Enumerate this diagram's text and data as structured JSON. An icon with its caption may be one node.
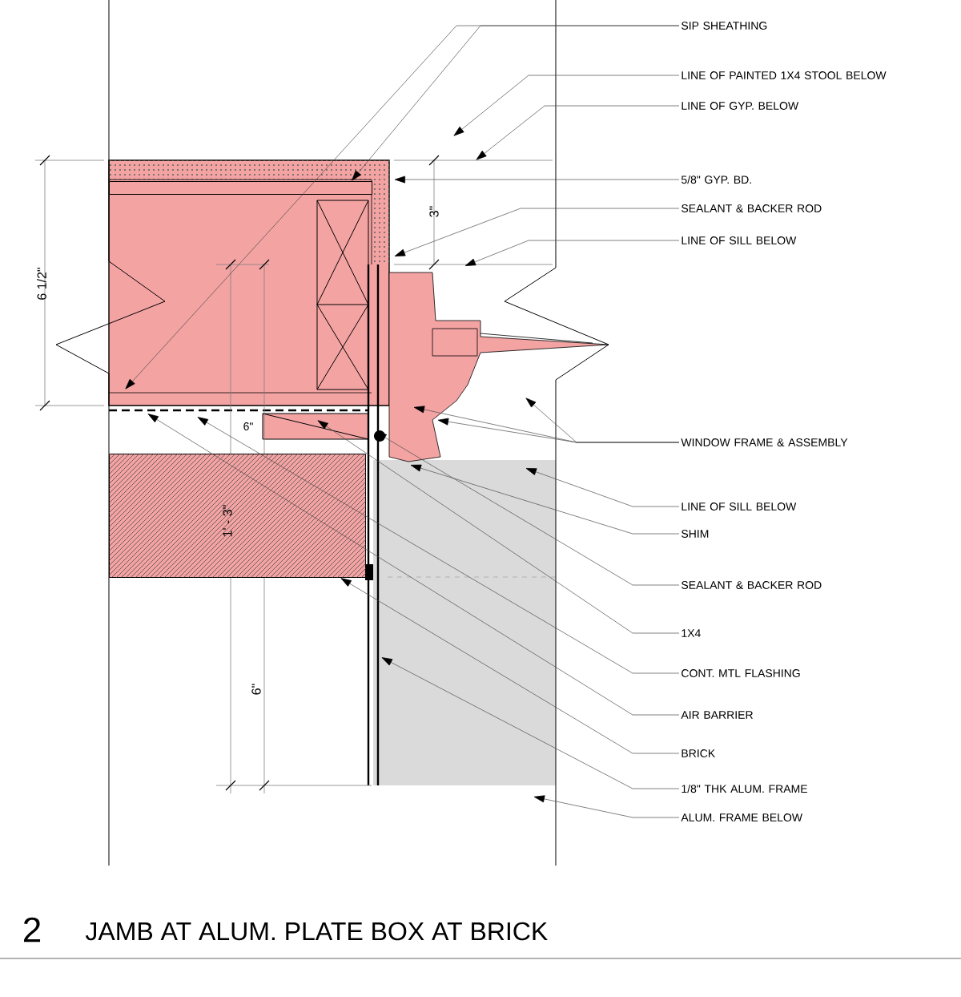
{
  "diagram": {
    "title": "JAMB AT ALUM. PLATE BOX AT BRICK",
    "nodes": [
      {
        "text": [
          "SIP SHEATHING"
        ]
      },
      {
        "text": [
          "LINE OF PAINTED 1X4 STOOL BELOW"
        ]
      },
      {
        "text": [
          "LINE OF GYP. BELOW"
        ]
      },
      {
        "text": [
          "5/8\" GYP. BD."
        ]
      },
      {
        "text": [
          "SEALANT & BACKER ROD"
        ]
      },
      {
        "text": [
          "LINE OF SILL BELOW"
        ]
      },
      {
        "text": [
          "WINDOW FRAME & ASSEMBLY"
        ]
      },
      {
        "text": [
          "LINE OF SILL BELOW"
        ]
      },
      {
        "text": [
          "SHIM"
        ]
      },
      {
        "text": [
          "SEALANT & BACKER ROD"
        ]
      },
      {
        "text": [
          "1X4"
        ]
      },
      {
        "text": [
          "CONT. MTL FLASHING"
        ]
      },
      {
        "text": [
          "AIR BARRIER"
        ]
      },
      {
        "text": [
          "BRICK"
        ]
      },
      {
        "text": [
          "1/8\" THK ALUM. FRAME"
        ]
      },
      {
        "text": [
          "ALUM. FRAME BELOW"
        ]
      },
      {
        "text": [],
        "shape": "box"
      },
      {
        "text": [],
        "shape": "circle"
      },
      {
        "text": [],
        "shape": "box"
      }
    ],
    "edges": [
      {
        "from": 0,
        "to": 16,
        "arrow": "to"
      },
      {
        "from": 0,
        "to": null,
        "arrow": "to"
      },
      {
        "from": 1,
        "to": null,
        "arrow": "to"
      },
      {
        "from": 2,
        "to": null,
        "arrow": "to"
      },
      {
        "from": 3,
        "to": null,
        "arrow": "to"
      },
      {
        "from": 4,
        "to": null,
        "arrow": "to"
      },
      {
        "from": 5,
        "to": null,
        "arrow": "to"
      },
      {
        "from": 6,
        "to": null,
        "arrow": "to"
      },
      {
        "from": 6,
        "to": null,
        "arrow": "to"
      },
      {
        "from": 6,
        "to": null,
        "arrow": "to"
      },
      {
        "from": 7,
        "to": null,
        "arrow": "to"
      },
      {
        "from": 8,
        "to": null,
        "arrow": "to"
      },
      {
        "from": 9,
        "to": 17,
        "arrow": "to"
      },
      {
        "from": 10,
        "to": null,
        "arrow": "to"
      },
      {
        "from": 11,
        "to": null,
        "arrow": "to"
      },
      {
        "from": 12,
        "to": null,
        "arrow": "to"
      },
      {
        "from": 13,
        "to": 18,
        "arrow": "to"
      },
      {
        "from": 14,
        "to": null,
        "arrow": "to"
      },
      {
        "from": 15,
        "to": null,
        "arrow": "to"
      }
    ],
    "labels": [
      "3\"",
      "6 1/2\"",
      "6\"",
      "1' - 3\"",
      "6\"",
      "2"
    ]
  }
}
